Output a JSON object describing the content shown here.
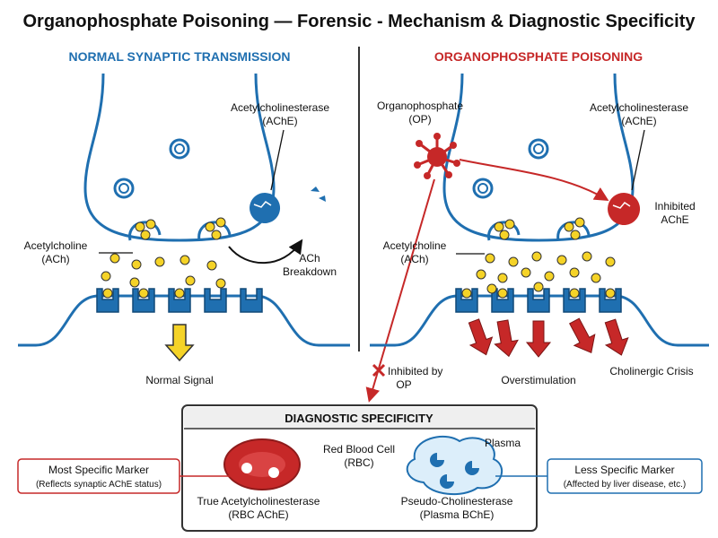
{
  "title": "Organophosphate Poisoning — Forensic - Mechanism & Diagnostic Specificity",
  "normal": {
    "header": "NORMAL SYNAPTIC TRANSMISSION",
    "enzyme_label": [
      "Acetylcholinesterase",
      "(AChE)"
    ],
    "ach_label": [
      "Acetylcholine",
      "(ACh)"
    ],
    "breakdown_label": [
      "ACh",
      "Breakdown"
    ],
    "signal_label": "Normal Signal"
  },
  "poison": {
    "header": "ORGANOPHOSPHATE POISONING",
    "op_label": [
      "Organophosphate",
      "(OP)"
    ],
    "enzyme_label": [
      "Acetylcholinesterase",
      "(AChE)"
    ],
    "inhibited_label": [
      "Inhibited",
      "AChE"
    ],
    "ach_label": [
      "Acetylcholine",
      "(ACh)"
    ],
    "inhibited_by_label": [
      "Inhibited by",
      "OP"
    ],
    "overstim_label": "Overstimulation",
    "crisis_label": "Cholinergic Crisis"
  },
  "diagnostic": {
    "title": "DIAGNOSTIC SPECIFICITY",
    "rbc_label": [
      "Red Blood Cell",
      "(RBC)"
    ],
    "plasma_label": "Plasma",
    "true_ache_label": [
      "True Acetylcholinesterase",
      "(RBC AChE)"
    ],
    "pseudo_label": [
      "Pseudo-Cholinesterase",
      "(Plasma BChE)"
    ],
    "most_specific": [
      "Most Specific Marker",
      "(Reflects synaptic AChE status)"
    ],
    "less_specific": [
      "Less Specific Marker",
      "(Affected by liver disease, etc.)"
    ]
  },
  "colors": {
    "blue": "#1f6fb0",
    "red": "#c62828",
    "yellow": "#f5d327"
  }
}
